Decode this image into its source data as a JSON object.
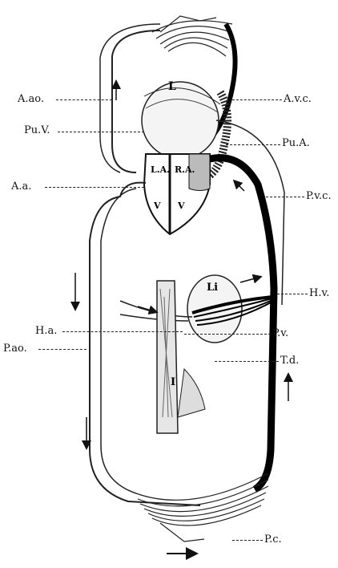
{
  "labels": {
    "aortic_arch": "A.ao.",
    "anterior_vena_cava": "A.v.c.",
    "pulmonary_vein": "Pu.V.",
    "pulmonary_artery": "Pu.A.",
    "aorta": "A.a.",
    "posterior_vena_cava": "P.v.c.",
    "hepatic_vein": "H.v.",
    "hepatic_artery": "H.a.",
    "portal_vein": "P.v.",
    "posterior_aorta": "P.ao.",
    "thoracic_duct": "T.d.",
    "capillaries": "P.c."
  },
  "inner_labels": {
    "lungs": "L",
    "left_auricle": "L.A.",
    "right_auricle": "R.A.",
    "ventricle_left": "V",
    "ventricle_right": "V",
    "liver": "Li",
    "intestine": "I"
  },
  "colors": {
    "venous": "#000000",
    "arterial": "#222222",
    "background": "#ffffff"
  }
}
